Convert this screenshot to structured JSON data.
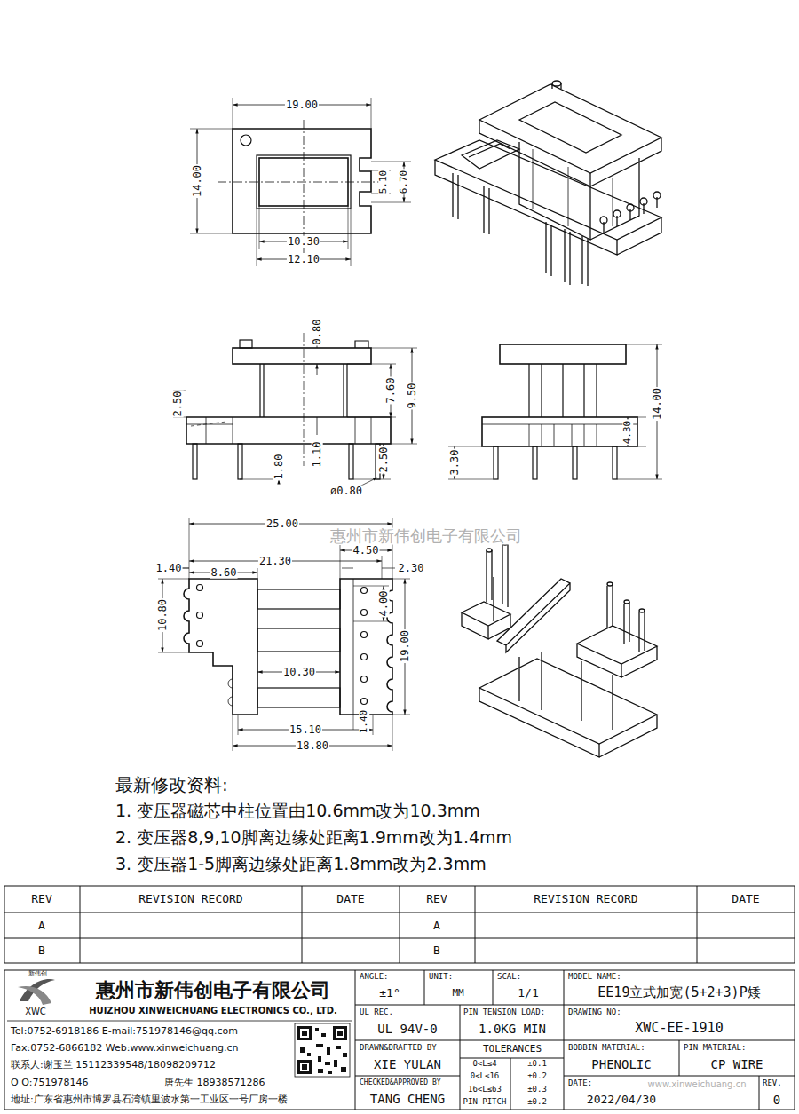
{
  "diagram": {
    "labels": [
      "19.00",
      "14.00",
      "5.10",
      "6.70",
      "10.30",
      "12.10",
      "0.80",
      "7.60",
      "9.50",
      "2.50",
      "1.10",
      "2.50",
      "1.80",
      "ø0.80",
      "14.00",
      "4.30",
      "3.30",
      "25.00",
      "4.50",
      "1.40",
      "8.60",
      "21.30",
      "2.30",
      "10.80",
      "4.00",
      "19.00",
      "10.30",
      "15.10",
      "18.80",
      "1.40",
      "惠州市新伟创电子有限公司",
      "最新修改资料:",
      "1. 变压器磁芯中柱位置由10.6mm改为10.3mm",
      "2. 变压器8,9,10脚离边缘处距离1.9mm改为1.4mm",
      "3. 变压器1-5脚离边缘处距离1.8mm改为2.3mm",
      "REV",
      "REVISION RECORD",
      "DATE",
      "REV",
      "REVISION RECORD",
      "DATE",
      "A",
      "A",
      "B",
      "B",
      "新伟创",
      "XWC",
      "惠州市新伟创电子有限公司",
      "HUIZHOU XINWEICHUANG ELECTRONICS CO., LTD.",
      "Tel:0752-6918186 E-mail:751978146@qq.com",
      "Fax:0752-6866182 Web:www.xinweichuang.cn",
      "联系人:谢玉兰 15112339548/18098209712",
      "Q Q:751978146",
      "唐先生 18938571286",
      "地址:广东省惠州市博罗县石湾镇里波水第一工业区一号厂房一楼",
      "ANGLE:",
      "±1°",
      "UNIT:",
      "MM",
      "SCAL:",
      "1/1",
      "MODEL NAME:",
      "EE19立式加宽(5+2+3)P矮",
      "UL REC.",
      "UL 94V-0",
      "PIN TENSION LOAD:",
      "1.0KG MIN",
      "DRAWING NO:",
      "XWC-EE-1910",
      "DRAWN&DRAFTED BY",
      "XIE YULAN",
      "TOLERANCES",
      "0<L≤4",
      "±0.1",
      "0<L≤16",
      "±0.2",
      "16<L≤63",
      "±0.3",
      "PIN PITCH",
      "±0.2",
      "CHECKED&APPROVED BY",
      "TANG CHENG",
      "BOBBIN MATERIAL:",
      "PHENOLIC",
      "PIN MATERIAL:",
      "CP WIRE",
      "DATE:",
      "2022/04/30",
      "REV.",
      "0",
      "www.xinweichuang.cn"
    ]
  }
}
